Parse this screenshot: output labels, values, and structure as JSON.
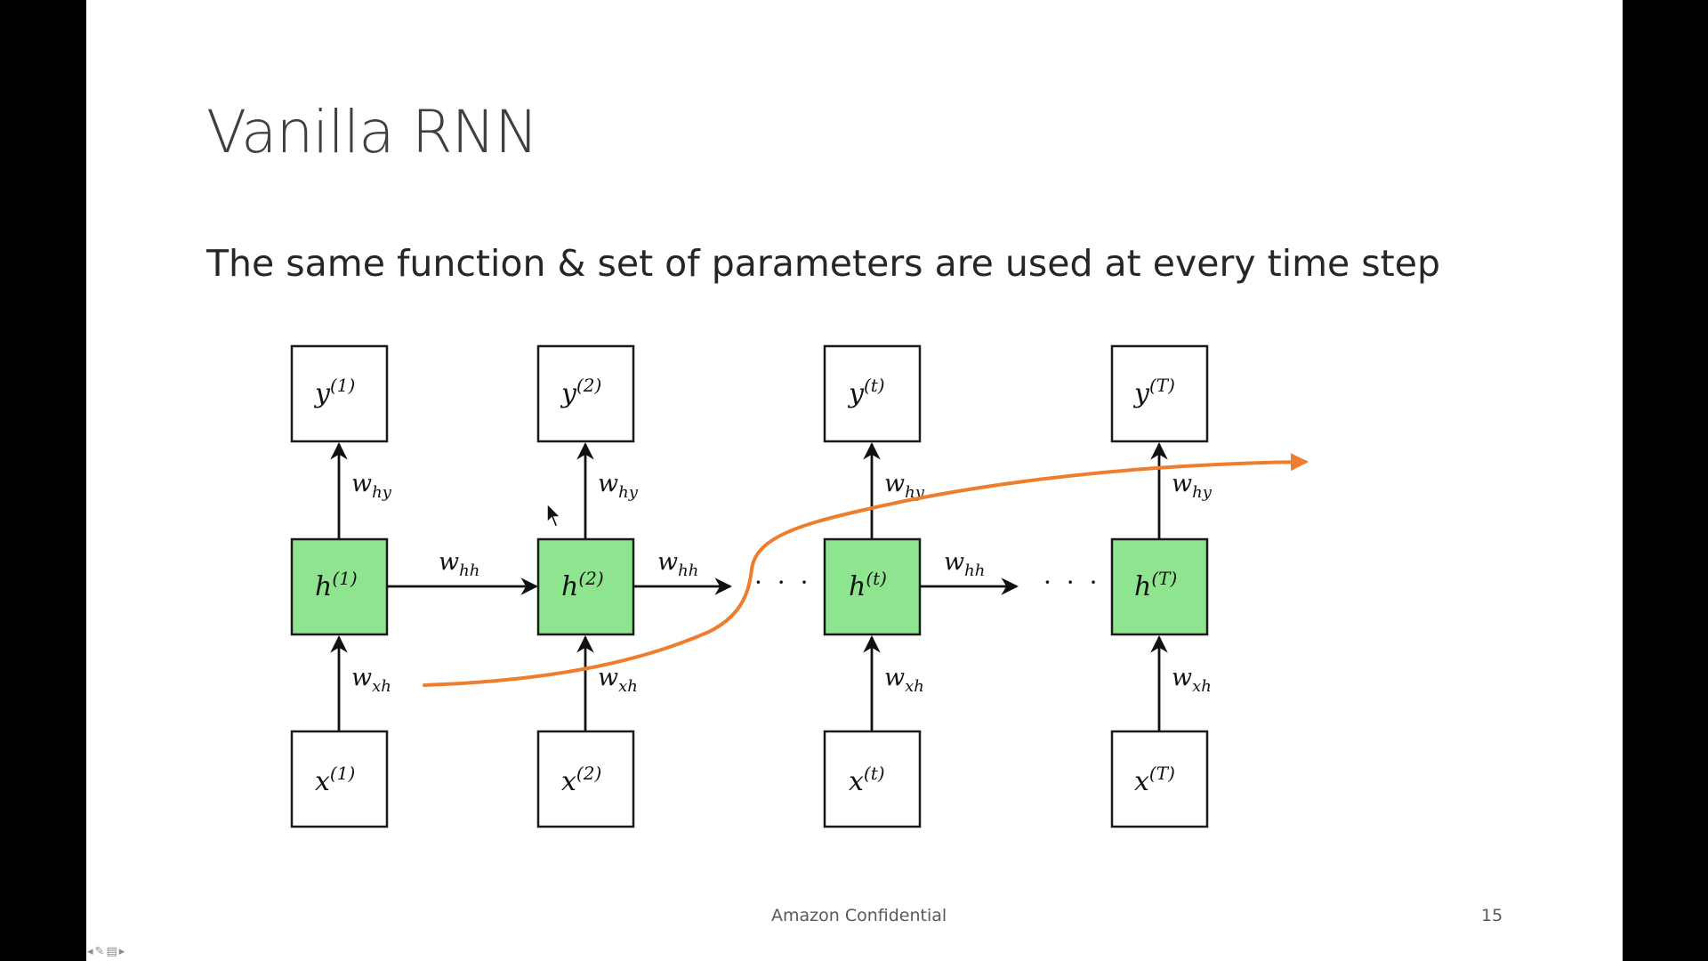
{
  "slide": {
    "title": "Vanilla RNN",
    "subtitle": "The same function & set of parameters are used at every time step",
    "footer_center": "Amazon Confidential",
    "page_number": "15"
  },
  "diagram": {
    "columns": [
      {
        "step": "(1)",
        "y": "y",
        "h": "h",
        "x": "x",
        "w_hy": "w",
        "w_hy_sub": "hy",
        "w_xh": "w",
        "w_xh_sub": "xh"
      },
      {
        "step": "(2)",
        "y": "y",
        "h": "h",
        "x": "x",
        "w_hy": "w",
        "w_hy_sub": "hy",
        "w_xh": "w",
        "w_xh_sub": "xh"
      },
      {
        "step": "(t)",
        "y": "y",
        "h": "h",
        "x": "x",
        "w_hy": "w",
        "w_hy_sub": "hy",
        "w_xh": "w",
        "w_xh_sub": "xh"
      },
      {
        "step": "(T)",
        "y": "y",
        "h": "h",
        "x": "x",
        "w_hy": "w",
        "w_hy_sub": "hy",
        "w_xh": "w",
        "w_xh_sub": "xh"
      }
    ],
    "recurrent_weights": [
      {
        "w": "w",
        "sub": "hh"
      },
      {
        "w": "w",
        "sub": "hh"
      },
      {
        "w": "w",
        "sub": "hh"
      }
    ],
    "ellipsis": [
      "· · ·",
      "· · ·"
    ],
    "colors": {
      "hidden_fill": "#8fe58f",
      "annotation": "#ee7d2e"
    }
  },
  "controls": {
    "icons": [
      "arrow-left-icon",
      "pen-icon",
      "menu-icon",
      "arrow-right-icon"
    ],
    "glyphs": [
      "◂",
      "✎",
      "▤",
      "▸"
    ]
  }
}
